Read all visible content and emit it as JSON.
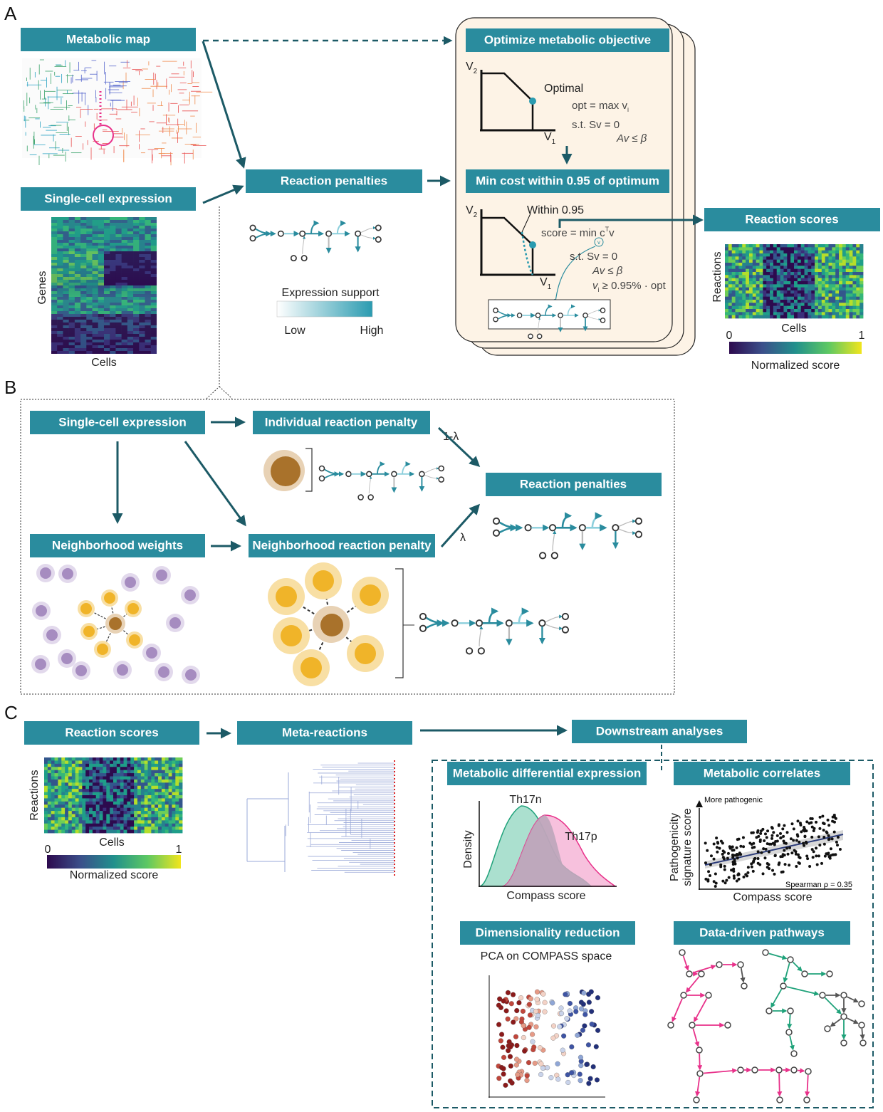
{
  "panels": {
    "a": "A",
    "b": "B",
    "c": "C"
  },
  "section_a": {
    "metabolic_map": "Metabolic map",
    "single_cell_expression": "Single-cell expression",
    "genes_label": "Genes",
    "cells_label": "Cells",
    "reaction_penalties": "Reaction penalties",
    "expression_support": "Expression support",
    "low": "Low",
    "high": "High",
    "optimize_objective": "Optimize metabolic objective",
    "v2": "V",
    "v2_sub": "2",
    "v1": "V",
    "v1_sub": "1",
    "optimal": "Optimal",
    "opt_eq": "opt = max v",
    "st1": "s.t.   Sv = 0",
    "st1b": "Av ≤ β",
    "min_cost": "Min cost within 0.95 of optimum",
    "within": "Within 0.95",
    "score_eq": "score = min c",
    "score_eq_tail": "v",
    "score_sup": "T",
    "v_circle": "v",
    "st2": "s.t.  Sv = 0",
    "st2b": "Av ≤ β",
    "st2c": "v",
    "st2c_tail": " ≥ 0.95% · opt",
    "sub_i": "i",
    "sub_v": "v",
    "reaction_scores": "Reaction scores",
    "reactions_label": "Reactions",
    "cells_label2": "Cells",
    "cb_min": "0",
    "cb_max": "1",
    "normalized_score": "Normalized score"
  },
  "section_b": {
    "single_cell_expression": "Single-cell expression",
    "individual_penalty": "Individual reaction penalty",
    "one_minus_lambda": "1-λ",
    "lambda": "λ",
    "reaction_penalties": "Reaction penalties",
    "neighborhood_weights": "Neighborhood weights",
    "neighborhood_penalty": "Neighborhood reaction penalty"
  },
  "section_c": {
    "reaction_scores": "Reaction scores",
    "reactions_label": "Reactions",
    "cells_label": "Cells",
    "cb_min": "0",
    "cb_max": "1",
    "normalized_score": "Normalized score",
    "meta_reactions": "Meta-reactions",
    "downstream": "Downstream analyses",
    "mde": "Metabolic differential expression",
    "th17n": "Th17n",
    "th17p": "Th17p",
    "density": "Density",
    "compass_score": "Compass score",
    "correlates": "Metabolic correlates",
    "more_pathogenic": "More pathogenic",
    "pathogenicity_1": "Pathogenicity",
    "pathogenicity_2": "signature score",
    "spearman": "Spearman ρ = 0.35",
    "compass_score2": "Compass score",
    "dim_reduction": "Dimensionality reduction",
    "pca": "PCA on COMPASS space",
    "pathways": "Data-driven pathways"
  },
  "colors": {
    "box": "#2a8c9e",
    "arrow": "#1c5a66",
    "panel_bg": "#fdf3e6",
    "magenta": "#e8318a",
    "green": "#1fa27a",
    "gold": "#f0b429",
    "purple": "#a68cc0",
    "brown": "#a9722b"
  }
}
